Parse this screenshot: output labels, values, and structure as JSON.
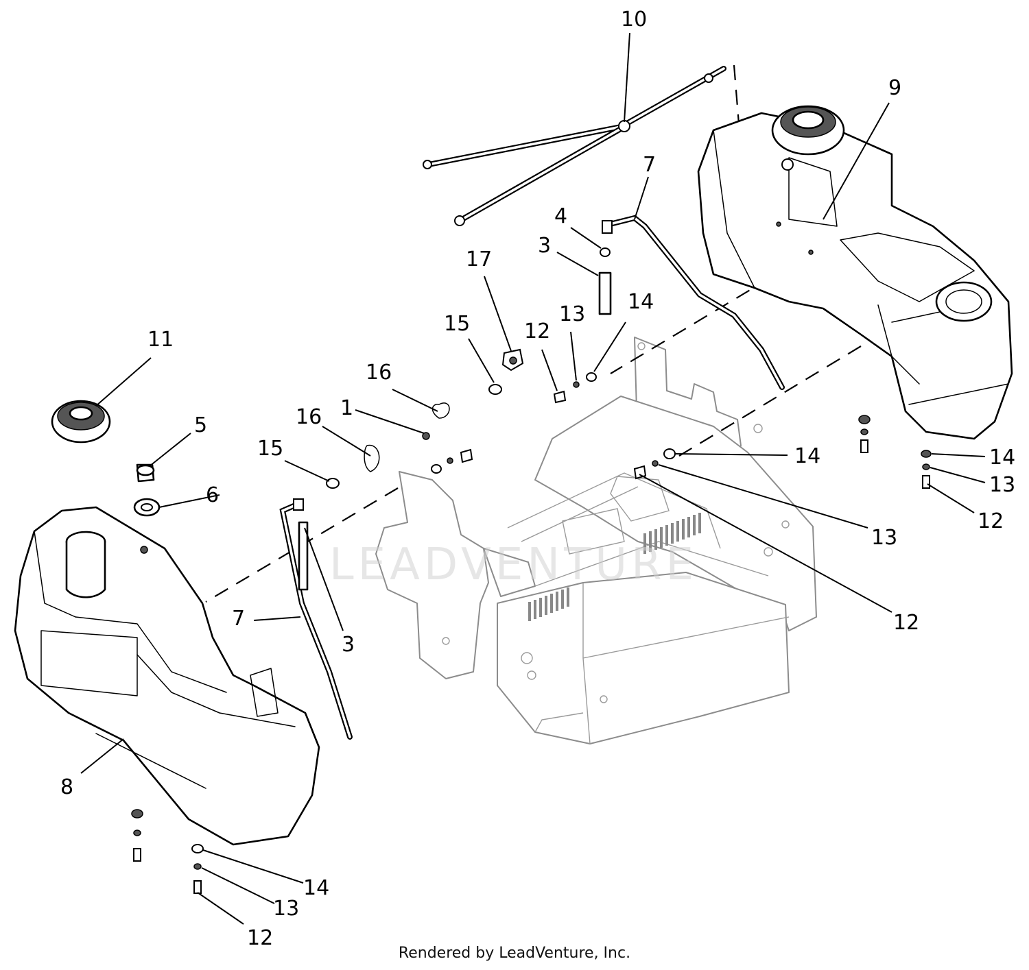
{
  "footer": {
    "credit": "Rendered by LeadVenture, Inc."
  },
  "watermark": {
    "text": "LEADVENTURE"
  },
  "callouts": [
    {
      "id": "c10",
      "label": "10"
    },
    {
      "id": "c9",
      "label": "9"
    },
    {
      "id": "c7a",
      "label": "7"
    },
    {
      "id": "c4",
      "label": "4"
    },
    {
      "id": "c3a",
      "label": "3"
    },
    {
      "id": "c17",
      "label": "17"
    },
    {
      "id": "c15a",
      "label": "15"
    },
    {
      "id": "c12a",
      "label": "12"
    },
    {
      "id": "c13a",
      "label": "13"
    },
    {
      "id": "c14a",
      "label": "14"
    },
    {
      "id": "c11",
      "label": "11"
    },
    {
      "id": "c16a",
      "label": "16"
    },
    {
      "id": "c1",
      "label": "1"
    },
    {
      "id": "c5",
      "label": "5"
    },
    {
      "id": "c16b",
      "label": "16"
    },
    {
      "id": "c15b",
      "label": "15"
    },
    {
      "id": "c6",
      "label": "6"
    },
    {
      "id": "c14b",
      "label": "14"
    },
    {
      "id": "c14c",
      "label": "14"
    },
    {
      "id": "c13b",
      "label": "13"
    },
    {
      "id": "c12b",
      "label": "12"
    },
    {
      "id": "c13c",
      "label": "13"
    },
    {
      "id": "c7b",
      "label": "7"
    },
    {
      "id": "c3b",
      "label": "3"
    },
    {
      "id": "c12c",
      "label": "12"
    },
    {
      "id": "c8",
      "label": "8"
    },
    {
      "id": "c14d",
      "label": "14"
    },
    {
      "id": "c13d",
      "label": "13"
    },
    {
      "id": "c12d",
      "label": "12"
    }
  ]
}
